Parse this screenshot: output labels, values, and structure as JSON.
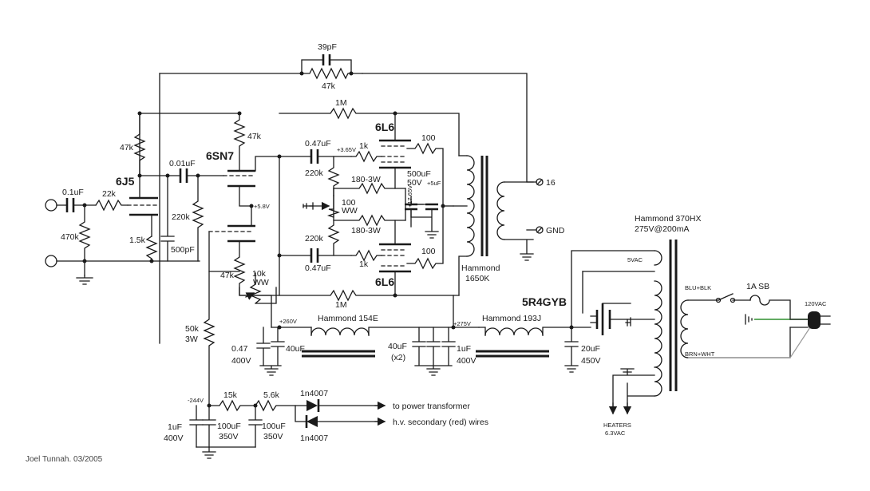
{
  "tubes": {
    "v1": "6J5",
    "v2": "6SN7",
    "v3": "6L6",
    "v4": "6L6",
    "rect": "5R4GYB"
  },
  "input": {
    "cap": "0.1uF",
    "grid_r": "470k",
    "stopper": "22k",
    "cathode_r": "1.5k"
  },
  "v1_stage": {
    "plate_r": "47k",
    "coupling": "0.01uF",
    "r220": "220k",
    "c500p": "500pF"
  },
  "feedback": {
    "cap": "39pF",
    "res": "47k"
  },
  "v2_stage": {
    "plate_r": "47k",
    "node": "+5.8V",
    "plate_r2": "47k",
    "bal": "10k",
    "bal_ww": "WW"
  },
  "output_stage": {
    "c_top": "0.47uF",
    "c_bot": "0.47uF",
    "grid_top": "1k",
    "grid_bot": "1k",
    "r220_top": "220k",
    "r220_bot": "220k",
    "r180_top": "180-3W",
    "r180_bot": "180-3W",
    "pot": "100",
    "pot_ww": "WW",
    "g2_top": "100",
    "g2_bot": "100",
    "nfb_top": "1M",
    "nfb_bot": "1M",
    "v_grid": "+3.65V",
    "v_k": "+17.65V",
    "bypass_cap": "500uF",
    "bypass_v": "50V",
    "bypass_small": "+5uF"
  },
  "otx": {
    "make": "Hammond",
    "model": "1650K",
    "tap16": "16",
    "gnd": "GND"
  },
  "psu": {
    "choke1_name": "Hammond 154E",
    "choke2_name": "Hammond 193J",
    "v260": "+260V",
    "v275": "+275V",
    "c047": "0.47",
    "c047v": "400V",
    "c40": "40uF",
    "c40x2": "40uF",
    "c40x2b": "(x2)",
    "c1uf": "1uF",
    "c1ufv": "400V",
    "c20": "20uF",
    "c20v": "450V",
    "r50k": "50k",
    "r50kw": "3W",
    "ptx_name": "Hammond 370HX",
    "ptx_rating": "275V@200mA",
    "tap5v": "5VAC",
    "blu": "BLU+BLK",
    "brn": "BRN+WHT",
    "fuse": "1A SB",
    "mains": "120VAC",
    "heaters": "HEATERS",
    "heaters_v": "6.3VAC"
  },
  "bias": {
    "v244": "-244V",
    "r15": "15k",
    "r56": "5.6k",
    "d1": "1n4007",
    "d2": "1n4007",
    "note1": "to power transformer",
    "note2": "h.v. secondary (red) wires",
    "c1": "1uF",
    "c1v": "400V",
    "c100a": "100uF",
    "c100av": "350V",
    "c100b": "100uF",
    "c100bv": "350V"
  },
  "credit": "Joel Tunnah. 03/2005"
}
